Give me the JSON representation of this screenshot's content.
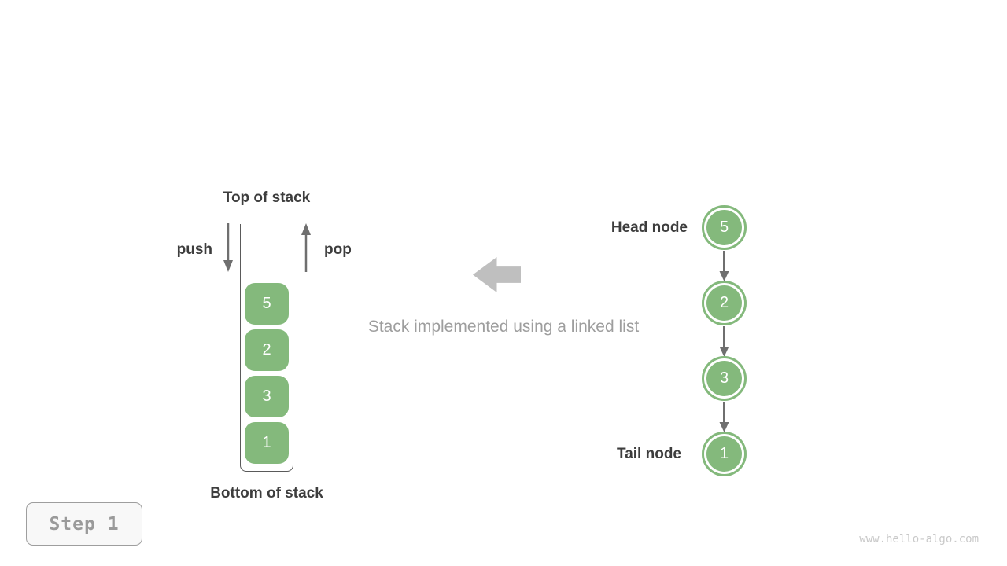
{
  "stack": {
    "top_label": "Top of stack",
    "bottom_label": "Bottom of stack",
    "push_label": "push",
    "pop_label": "pop",
    "items": [
      "5",
      "2",
      "3",
      "1"
    ]
  },
  "caption": "Stack implemented using a linked list",
  "linked_list": {
    "head_label": "Head node",
    "tail_label": "Tail node",
    "nodes": [
      "5",
      "2",
      "3",
      "1"
    ]
  },
  "footer": {
    "step_badge": "Step 1",
    "watermark": "www.hello-algo.com"
  },
  "colors": {
    "node_green": "#84b97c",
    "dark_text": "#3d3d3d",
    "gray_text": "#9e9e9e",
    "arrow_gray": "#6f6f6f",
    "block_arrow_gray": "#bfbfbf"
  }
}
